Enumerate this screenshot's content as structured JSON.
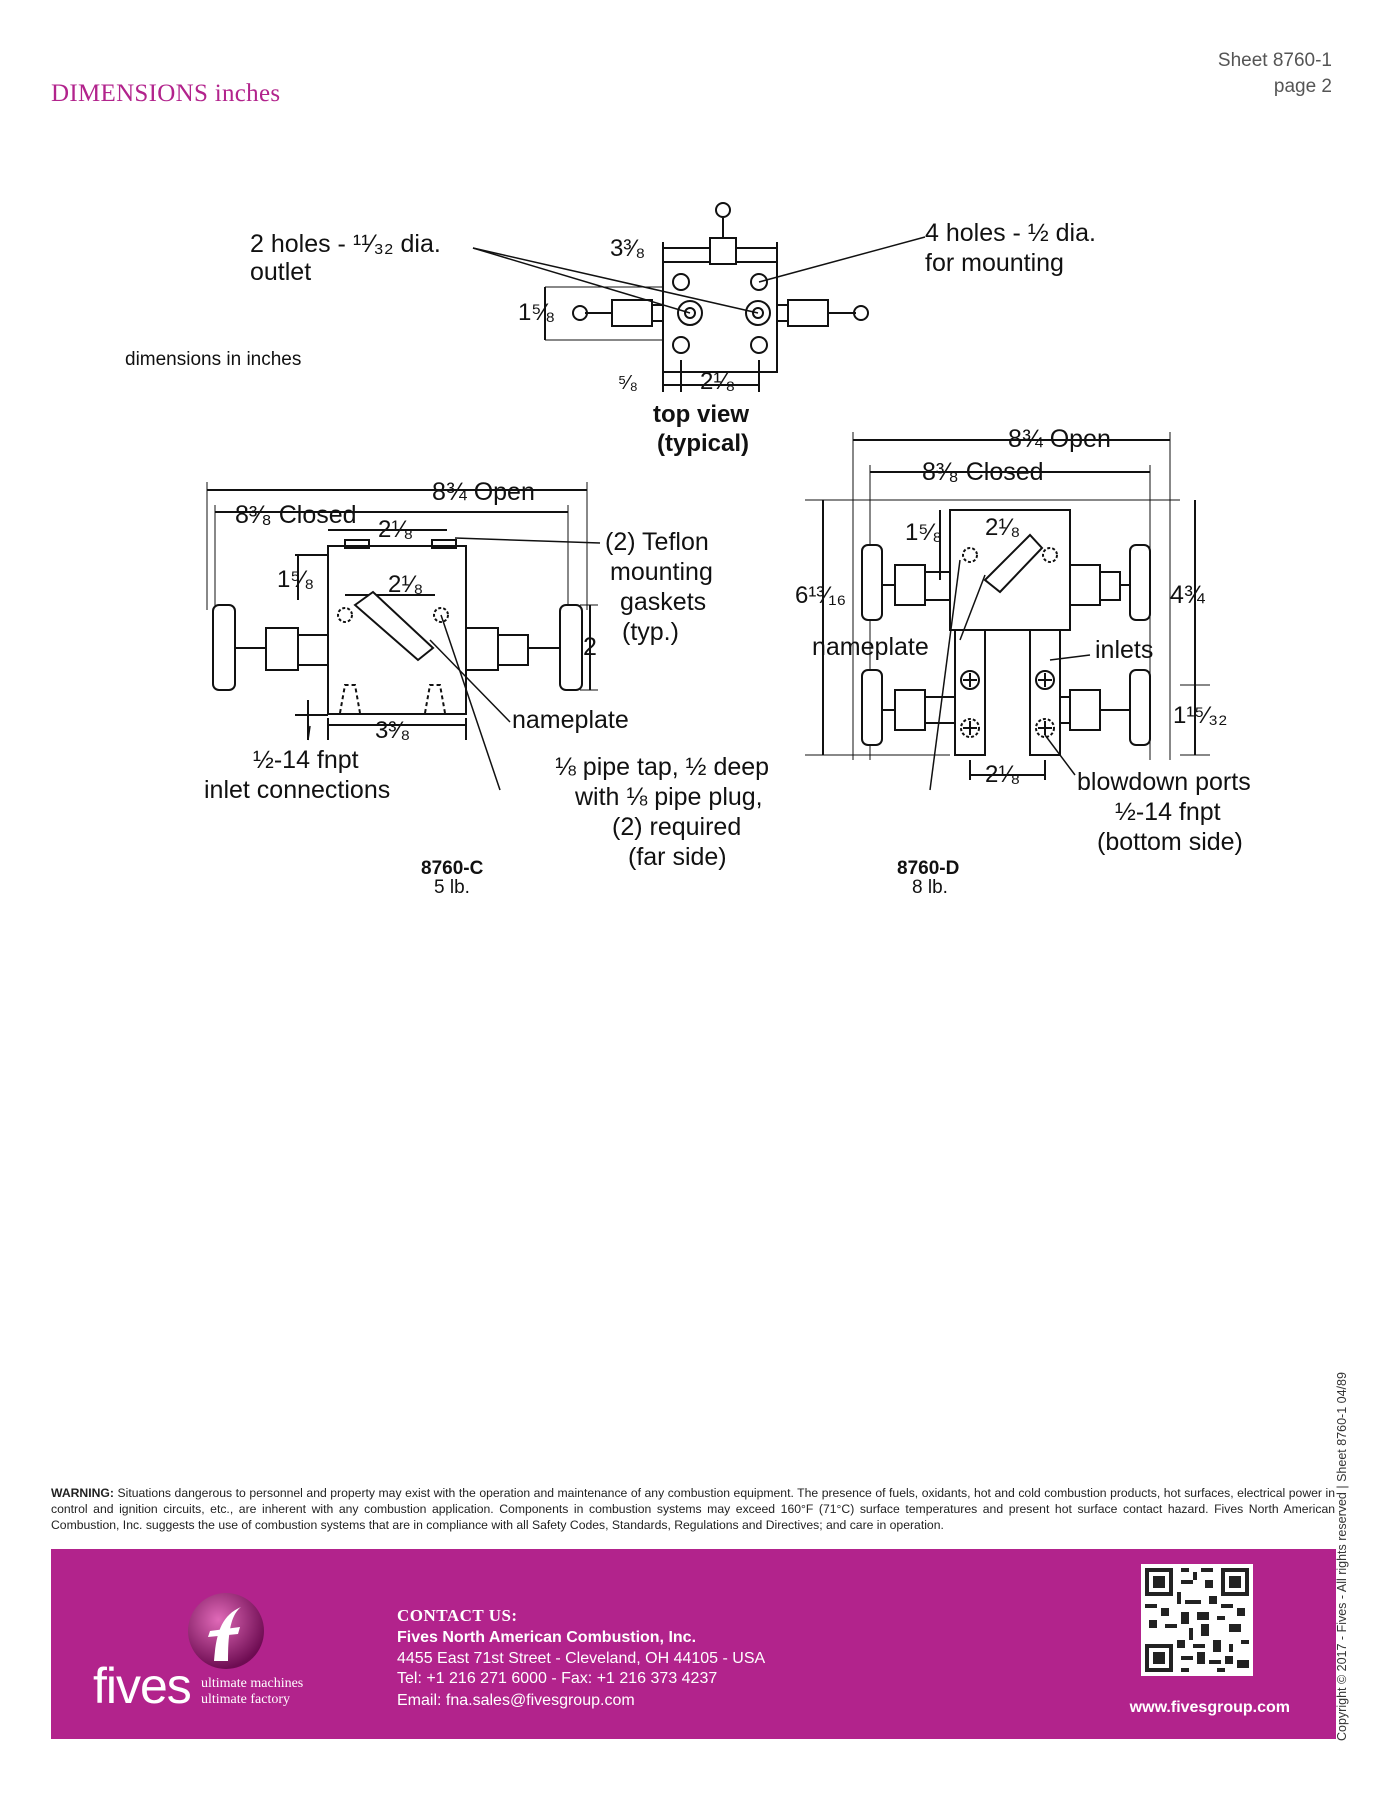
{
  "header": {
    "sheet": "Sheet 8760-1",
    "page": "page 2",
    "section_title": "DIMENSIONS inches"
  },
  "top_view": {
    "holes_outlet_1": "2 holes - ¹¹⁄₃₂ dia.",
    "holes_outlet_2": "outlet",
    "holes_mount_1": "4 holes - ½ dia.",
    "holes_mount_2": "for mounting",
    "dim_width": "3³⁄₈",
    "dim_height": "1⁵⁄₈",
    "dim_offset": "⁵⁄₈",
    "dim_spacing": "2¹⁄₈",
    "dims_note": "dimensions in inches",
    "caption_1": "top view",
    "caption_2": "(typical)"
  },
  "model_c": {
    "open": "8¾ Open",
    "closed": "8³⁄₈ Closed",
    "dim_2_1_8_top": "2¹⁄₈",
    "dim_1_5_8": "1⁵⁄₈",
    "dim_2_1_8_inner": "2¹⁄₈",
    "dim_2": "2",
    "dim_3_3_8": "3³⁄₈",
    "teflon_1": "(2) Teflon",
    "teflon_2": "mounting",
    "teflon_3": "gaskets",
    "teflon_4": "(typ.)",
    "nameplate": "nameplate",
    "inlet_1": "½-14 fnpt",
    "inlet_2": "inlet connections",
    "model": "8760-C",
    "weight": "5 lb."
  },
  "pipe_tap": {
    "line_1": "⅛ pipe tap, ½ deep",
    "line_2": "with ⅛ pipe plug,",
    "line_3": "(2) required",
    "line_4": "(far side)"
  },
  "model_d": {
    "open": "8¾ Open",
    "closed": "8³⁄₈ Closed",
    "dim_1_5_8": "1⁵⁄₈",
    "dim_2_1_8_top": "2¹⁄₈",
    "dim_6_13_16": "6¹³⁄₁₆",
    "dim_4_3_4": "4¾",
    "dim_1_15_32": "1¹⁵⁄₃₂",
    "dim_2_1_8_bottom": "2¹⁄₈",
    "nameplate": "nameplate",
    "inlets": "inlets",
    "blowdown_1": "blowdown ports",
    "blowdown_2": "½-14 fnpt",
    "blowdown_3": "(bottom side)",
    "model": "8760-D",
    "weight": "8 lb."
  },
  "warning": {
    "label": "WARNING:",
    "text": "Situations dangerous to personnel and property may exist with the operation and maintenance of any combustion equipment. The presence of fuels, oxidants, hot and cold combustion products, hot surfaces, electrical power in control and ignition circuits, etc., are inherent with any combustion application. Components in combustion systems may exceed 160°F (71°C) surface temperatures and present hot surface contact hazard. Fives North American Combustion, Inc. suggests the use of combustion systems that are in compliance with all Safety Codes, Standards, Regulations and Directives; and care in operation."
  },
  "footer": {
    "brand": "fives",
    "tagline_1": "ultimate machines",
    "tagline_2": "ultimate factory",
    "contact_title": "CONTACT US:",
    "company": "Fives North American Combustion, Inc.",
    "address": "4455 East 71st Street - Cleveland, OH 44105 - USA",
    "phone": "Tel: +1 216 271 6000 - Fax: +1 216 373 4237",
    "email": "Email: fna.sales@fivesgroup.com",
    "website": "www.fivesgroup.com",
    "copyright": "Copyright © 2017 - Fives - All rights reserved | Sheet 8760-1 04/89",
    "brand_color": "#b2238c"
  }
}
